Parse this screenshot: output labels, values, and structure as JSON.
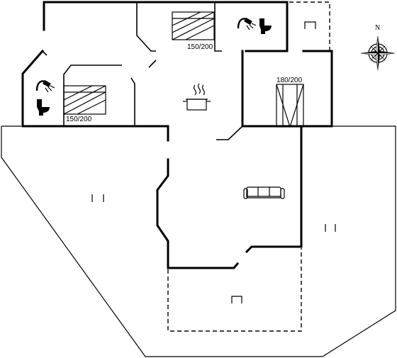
{
  "beds": [
    {
      "id": "bed-top",
      "size": "150/200"
    },
    {
      "id": "bed-left",
      "size": "150/200"
    },
    {
      "id": "bed-right",
      "size": "180/200"
    }
  ],
  "compass": {
    "north_label": "N"
  },
  "icons": [
    "shower-icon",
    "toilet-icon",
    "cooking-pot-icon",
    "sofa-icon",
    "chair-icon",
    "door-icon"
  ]
}
